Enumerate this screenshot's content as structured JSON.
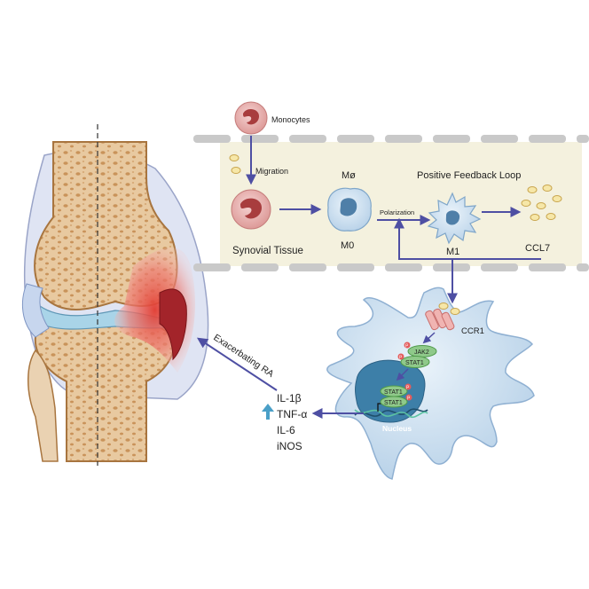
{
  "labels": {
    "monocytes": "Monocytes",
    "migration": "Migration",
    "m_phi": "Mø",
    "positive_feedback_loop": "Positive Feedback Loop",
    "polarization": "Polarization",
    "synovial_tissue": "Synovial Tissue",
    "m0": "M0",
    "m1": "M1",
    "ccl7": "CCL7",
    "ccr1": "CCR1",
    "jak2": "JAK2",
    "stat1": "STAT1",
    "nucleus": "Nucleus",
    "exacerbating_ra": "Exacerbating RA",
    "phospho": "P"
  },
  "cytokines": [
    "IL-1β",
    "TNF-α",
    "IL-6",
    "iNOS"
  ],
  "colors": {
    "arrow": "#4e4fa3",
    "tissue_band": "#f4f1de",
    "vessel_dash": "#c9c9c9",
    "monocyte": "#e9b6b5",
    "monocyte_nucleus": "#a83d3e",
    "macrophage": "#c9deef",
    "macrophage_nucleus": "#4f7fa8",
    "chemokine": "#f6e7a8",
    "chemokine_stroke": "#c9a64f",
    "jak_stat": "#8fc98a",
    "phospho": "#e45c5c",
    "bone": "#e5c49a",
    "bone_pore": "#c98f55",
    "inflammation": "#d8403c",
    "upregulation_arrow": "#4a9fc7"
  },
  "icons": [
    "monocyte-cell",
    "macrophage-m0",
    "macrophage-m1",
    "ccl7-particles",
    "ccr1-receptor",
    "nucleus-dna",
    "knee-joint",
    "up-arrow-icon"
  ]
}
